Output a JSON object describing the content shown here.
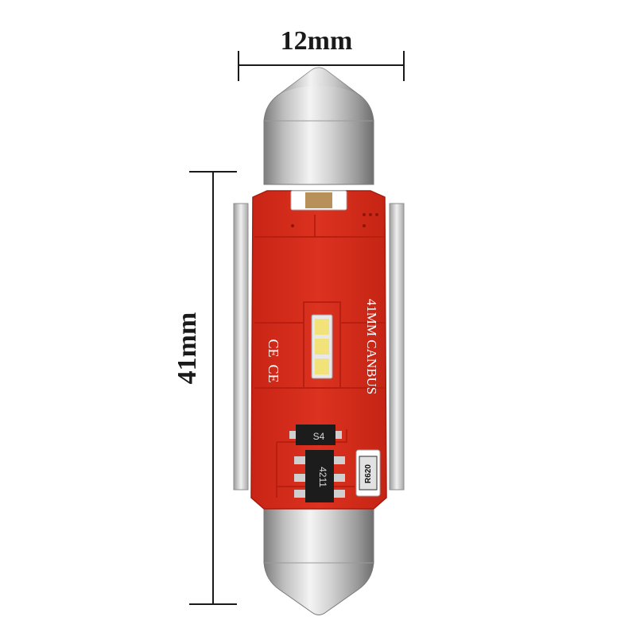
{
  "dimensions": {
    "width_label": "12mm",
    "length_label": "41mm"
  },
  "pcb": {
    "print_text": "41MM  CANBUS",
    "cert_mark_1": "CE",
    "cert_mark_2": "CE",
    "chip_1_label": "S4",
    "chip_2_label": "4211",
    "resistor_label": "R620"
  },
  "colors": {
    "pcb_red": "#d42a18",
    "trace_red": "#b81f10",
    "metal_light": "#e8e8e8",
    "metal_dark": "#8a8a8a",
    "dimension_line": "#1a1a1a"
  }
}
